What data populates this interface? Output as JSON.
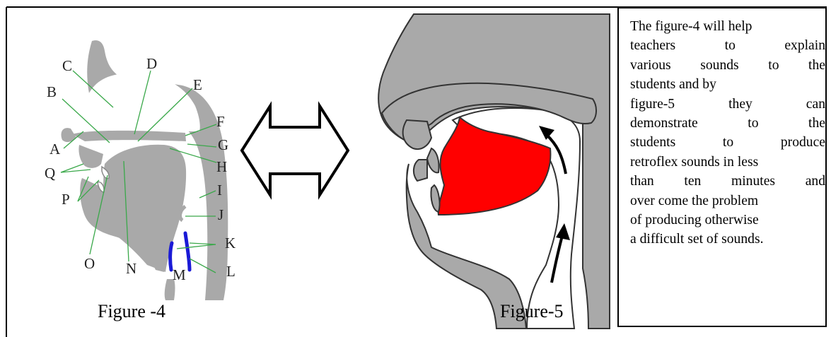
{
  "figure4": {
    "caption": "Figure -4",
    "labels": [
      "A",
      "B",
      "C",
      "D",
      "E",
      "F",
      "G",
      "H",
      "I",
      "J",
      "K",
      "L",
      "M",
      "N",
      "O",
      "P",
      "Q"
    ]
  },
  "figure5": {
    "caption": "Figure-5"
  },
  "description": {
    "lines": [
      "The figure-4 will help",
      "teachers to explain",
      "various sounds to the",
      "students and by",
      "figure-5 they can",
      "demonstrate to the",
      "students to produce",
      "retroflex sounds in less",
      "than ten minutes and",
      "over come the problem",
      "of producing otherwise",
      "a difficult set of sounds."
    ]
  },
  "colors": {
    "tissue": "#a9a9a9",
    "tongue_highlight": "#ff0000",
    "vocal_folds": "#1a1ad6"
  }
}
